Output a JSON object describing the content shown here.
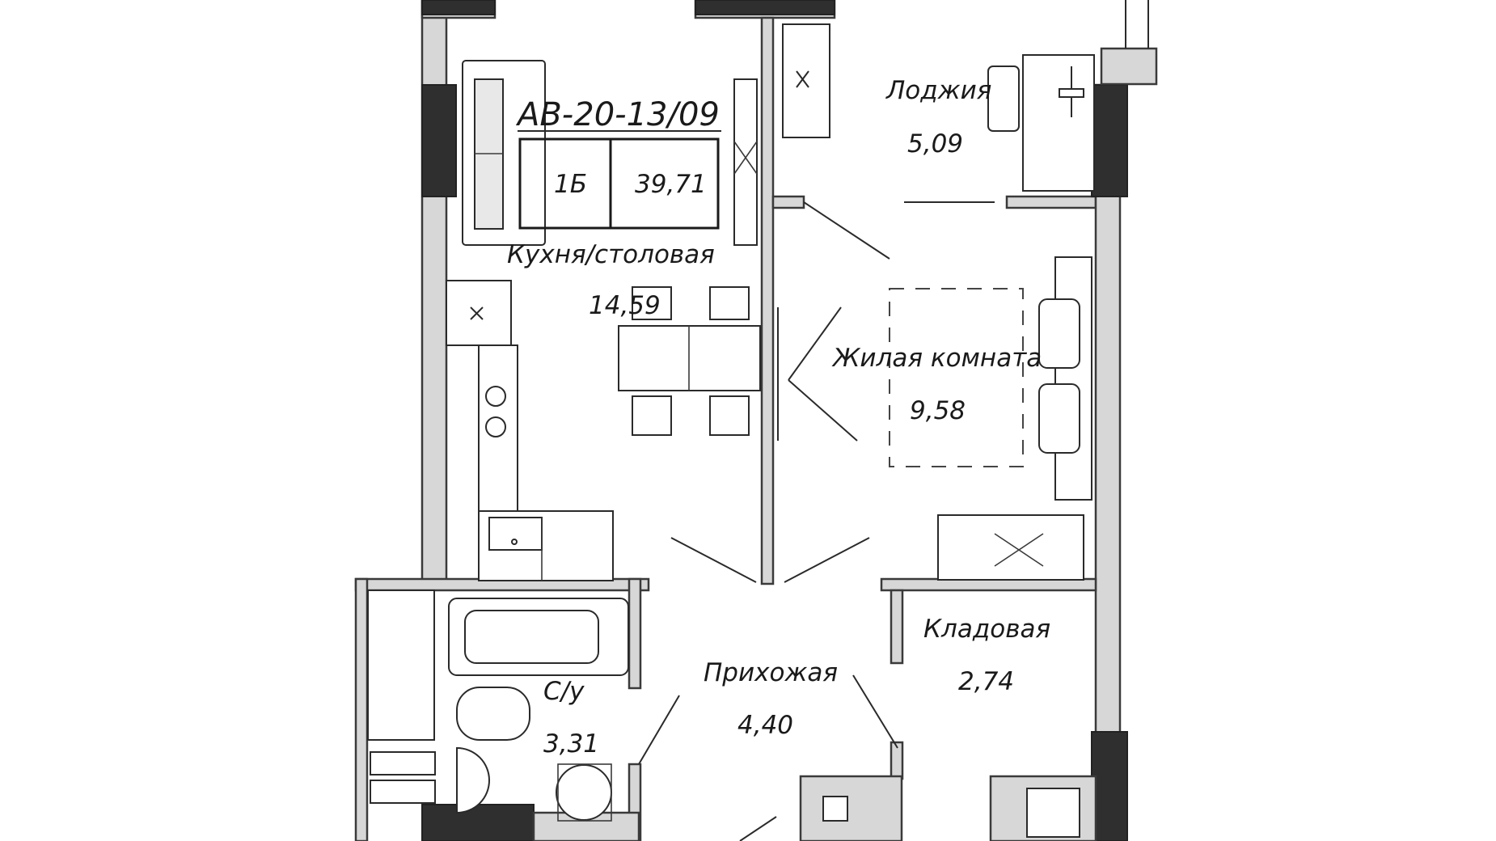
{
  "plan": {
    "code": "АВ-20-13/09",
    "type": "1Б",
    "total_area": "39,71"
  },
  "rooms": {
    "loggia": {
      "name": "Лоджия",
      "area": "5,09"
    },
    "kitchen": {
      "name": "Кухня/столовая",
      "area": "14,59"
    },
    "living": {
      "name": "Жилая комната",
      "area": "9,58"
    },
    "storage": {
      "name": "Кладовая",
      "area": "2,74"
    },
    "hallway": {
      "name": "Прихожая",
      "area": "4,40"
    },
    "bathroom": {
      "name": "С/у",
      "area": "3,31"
    }
  },
  "colors": {
    "wall": "#d7d7d7",
    "dark_wall": "#2f2f2f",
    "line": "#2a2a2a"
  }
}
